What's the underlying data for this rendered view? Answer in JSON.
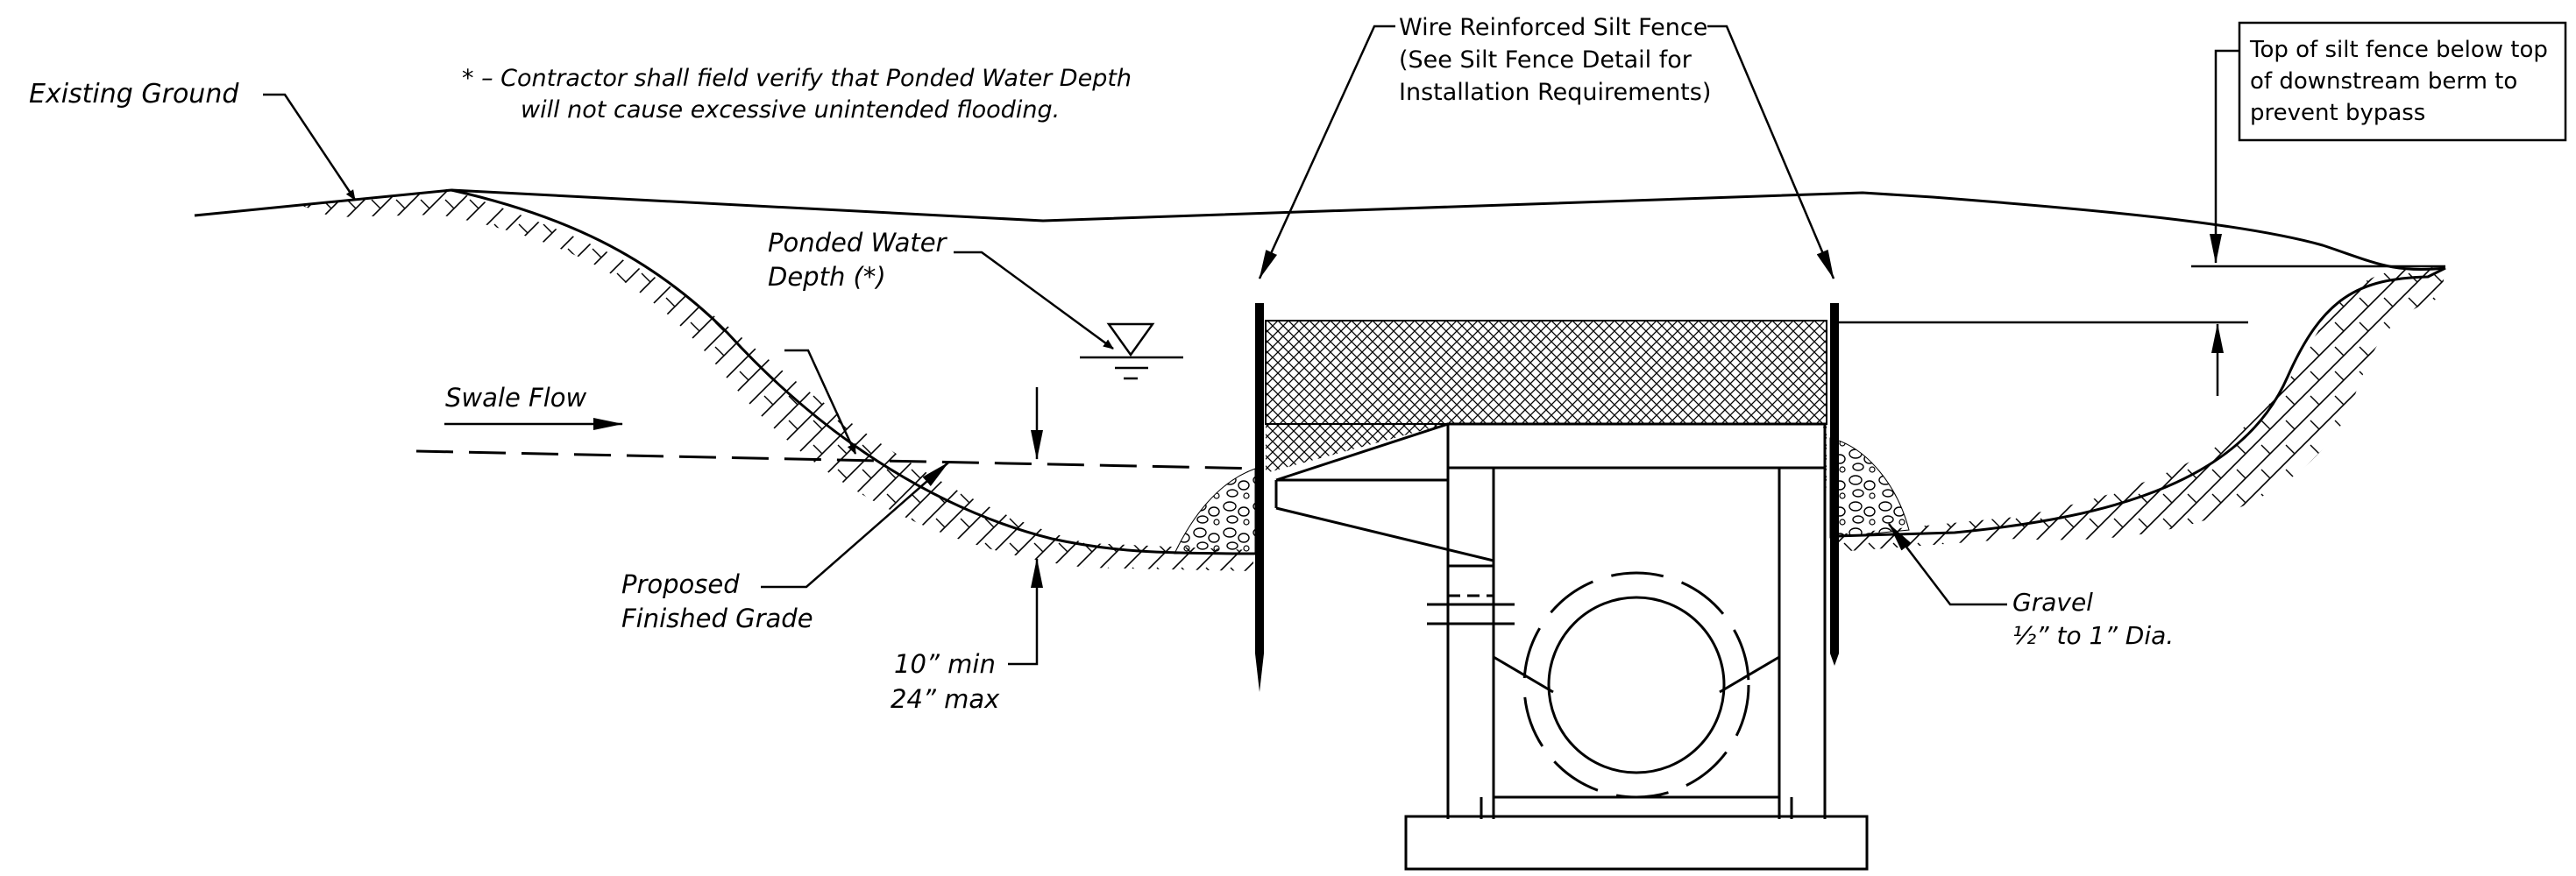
{
  "labels": {
    "existing_ground": "Existing Ground",
    "note_line1": "* – Contractor shall field verify that Ponded Water Depth",
    "note_line2": "will not cause excessive unintended flooding.",
    "silt_fence_line1": "Wire Reinforced Silt Fence",
    "silt_fence_line2": "(See Silt Fence Detail for",
    "silt_fence_line3": "Installation Requirements)",
    "top_note_line1": "Top of silt fence below top",
    "top_note_line2": "of downstream berm to",
    "top_note_line3": "prevent bypass",
    "ponded_line1": "Ponded Water",
    "ponded_line2": "Depth (*)",
    "swale_flow": "Swale Flow",
    "proposed_line1": "Proposed",
    "proposed_line2": "Finished Grade",
    "depth_line1": "10” min",
    "depth_line2": "24” max",
    "gravel_line1": "Gravel",
    "gravel_line2": "½” to 1” Dia."
  }
}
